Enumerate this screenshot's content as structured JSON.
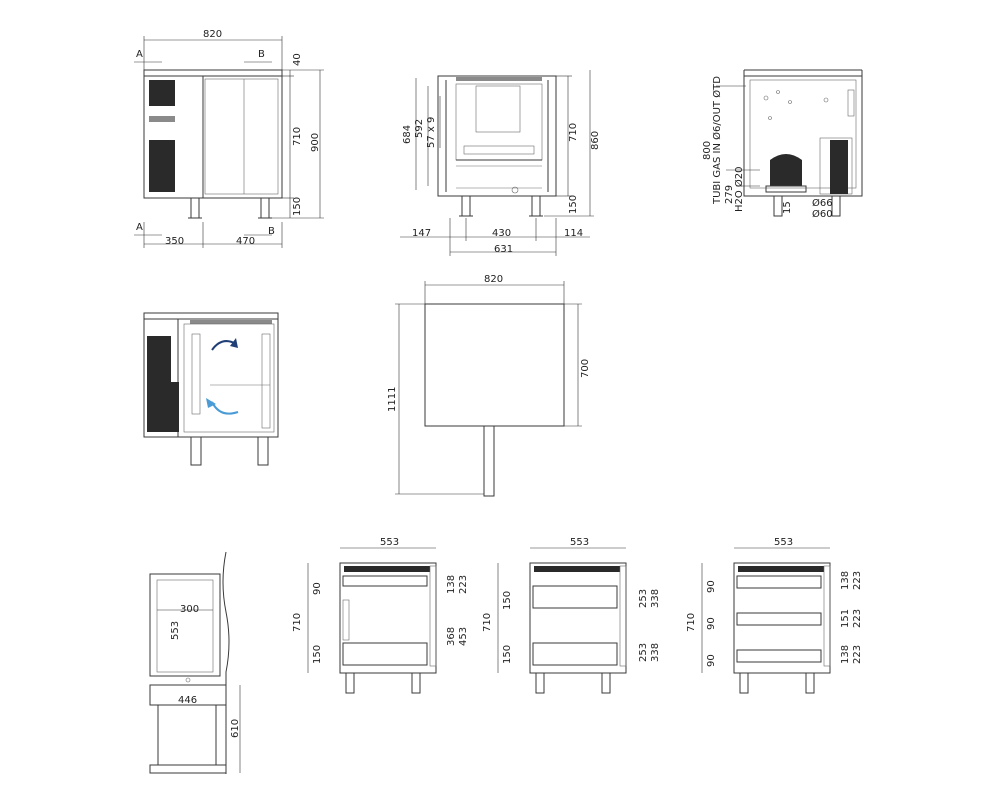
{
  "colors": {
    "line": "#3a3a3a",
    "arrow_dark": "#1f3f76",
    "arrow_light": "#4a9bd6"
  },
  "front_view": {
    "width": "820",
    "height_top": "40",
    "height_mid": "710",
    "height_total": "900",
    "height_leg": "150",
    "left_width": "350",
    "right_width": "470",
    "section_a": "A",
    "section_b": "B"
  },
  "side_view": {
    "d684": "684",
    "d592": "592",
    "d57x9": "57 x 9",
    "d710": "710",
    "d860": "860",
    "d150": "150",
    "d147": "147",
    "d430": "430",
    "d114": "114",
    "d631": "631"
  },
  "rear_view": {
    "tubi": "TUBI GAS IN Ø6/OUT ØTD",
    "h2o": "H2O Ø20",
    "d800": "800",
    "d279": "279",
    "d15": "15",
    "d66": "Ø66",
    "d60": "Ø60"
  },
  "plan_view": {
    "width": "820",
    "depth": "700",
    "open": "1111"
  },
  "shelf_view": {
    "w300": "300",
    "h553": "553",
    "w446": "446",
    "h610": "610"
  },
  "drawers": [
    {
      "top": "553",
      "left_top": "90",
      "left_bottom": "150",
      "height": "710",
      "right": [
        "138",
        "223",
        "368",
        "453"
      ]
    },
    {
      "top": "553",
      "left_top": "150",
      "left_bottom": "150",
      "height": "710",
      "right": [
        "253",
        "338",
        "253",
        "338"
      ]
    },
    {
      "top": "553",
      "left_top": "90",
      "left_mid": "90",
      "left_bottom": "90",
      "height": "710",
      "right": [
        "138",
        "223",
        "151",
        "223",
        "138",
        "223"
      ]
    }
  ]
}
